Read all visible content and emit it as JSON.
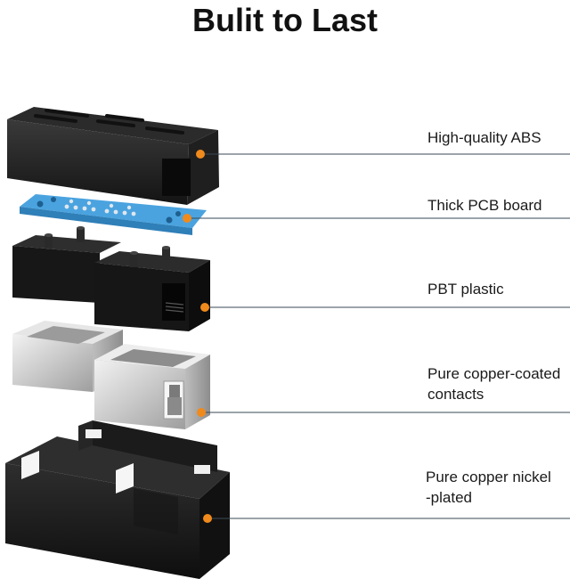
{
  "title": "Bulit to Last",
  "colors": {
    "callout_dot": "#f08a1c",
    "callout_line": "#3a4a55",
    "pcb": "#4aa3df",
    "shell_dark": "#1c1c1c",
    "metal": "#d6d6d6"
  },
  "callouts": [
    {
      "lines": [
        "High-quality ABS"
      ]
    },
    {
      "lines": [
        "Thick PCB board"
      ]
    },
    {
      "lines": [
        "PBT plastic"
      ]
    },
    {
      "lines": [
        "Pure copper-coated",
        "contacts"
      ]
    },
    {
      "lines": [
        "Pure copper nickel",
        "-plated"
      ]
    }
  ]
}
